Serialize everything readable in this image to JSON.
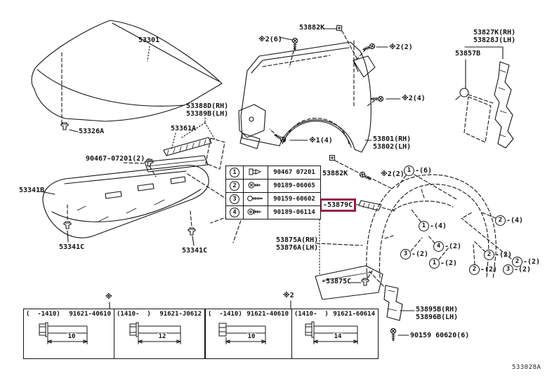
{
  "figure_code": "533028A",
  "colors": {
    "highlight_box": "#9b1b4a",
    "line_art": "#141414"
  },
  "labels": {
    "hood": "53301",
    "hood_support_clip": "53326A",
    "hood_seal_rh": "53388D(RH)",
    "hood_seal_lh": "53389B(LH)",
    "hood_weatherstrip": "53361A",
    "insulator_clip_pn": "90467-07201(2)",
    "hood_insulator": "53341B",
    "insulator_clip_left": "53341C",
    "insulator_clip_right": "53341C",
    "fender_nut_top": "53882K",
    "note2_qty6": "※2(6)",
    "note2_qty2_top": "※2(2)",
    "note2_qty4": "※2(4)",
    "note1_qty4": "※1(4)",
    "fender_rh": "53801(RH)",
    "fender_lh": "53802(LH)",
    "protector_rh": "53827K(RH)",
    "protector_lh": "53828J(LH)",
    "protector_retainer": "53857B",
    "fender_nut_mid": "53882K",
    "note2_qty2_mid": "※2(2)",
    "pad_highlighted": "-53879C",
    "fender_liner_rh": "53875A(RH)",
    "fender_liner_lh": "53876A(LH)",
    "pad_lower": "-53875C",
    "liner_bracket_rh": "53895B(RH)",
    "liner_bracket_lh": "53896B(LH)",
    "bracket_screw_pn": "90159 60620(6)"
  },
  "legend": {
    "rows": [
      {
        "num": "1",
        "icon": "push-clip-icon",
        "part": "90467 07201"
      },
      {
        "num": "2",
        "icon": "screw-grommet-icon",
        "part": "90189-06065"
      },
      {
        "num": "3",
        "icon": "tapping-screw-icon",
        "part": "90159-60602"
      },
      {
        "num": "4",
        "icon": "washer-screw-icon",
        "part": "90189-06114"
      }
    ]
  },
  "callouts": [
    {
      "num": "1",
      "count": "-(6)"
    },
    {
      "num": "1",
      "count": "-(4)"
    },
    {
      "num": "2",
      "count": "-(4)"
    },
    {
      "num": "4",
      "count": "-(2)"
    },
    {
      "num": "3",
      "count": "-(2)"
    },
    {
      "num": "1",
      "count": "-(2)"
    },
    {
      "num": "2",
      "count": "-(2)"
    },
    {
      "num": "2",
      "count": "-(2)"
    },
    {
      "num": "2",
      "count": "-(2)"
    },
    {
      "num": "3",
      "count": "-(2)"
    }
  ],
  "bolt_tables": {
    "marker1": "※",
    "marker2": "※2",
    "cells": [
      {
        "range": "(  -1410)",
        "part": "91621-40610",
        "dim": "10"
      },
      {
        "range": "(1410-  )",
        "part": "91621-J0612",
        "dim": "12"
      },
      {
        "range": "(  -1410)",
        "part": "91621-40610",
        "dim": "10"
      },
      {
        "range": "(1410-  )",
        "part": "91621-60614",
        "dim": "14"
      }
    ]
  }
}
